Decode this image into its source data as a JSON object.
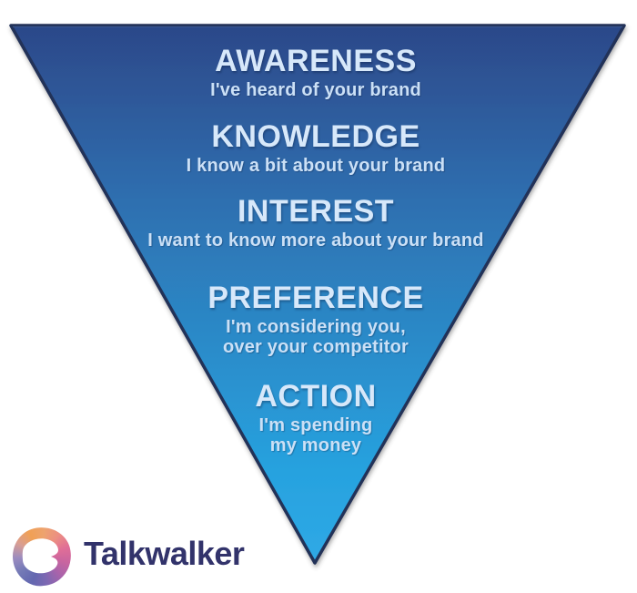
{
  "funnel": {
    "stages": [
      {
        "title": "AWARENESS",
        "subtitle": "I've heard of your brand"
      },
      {
        "title": "KNOWLEDGE",
        "subtitle": "I know a bit about your brand"
      },
      {
        "title": "INTEREST",
        "subtitle": "I want to know more about your brand"
      },
      {
        "title": "PREFERENCE",
        "subtitle": "I'm considering you,\nover your competitor"
      },
      {
        "title": "ACTION",
        "subtitle": "I'm spending\nmy money"
      }
    ],
    "colors": {
      "gradient_top": "#2c4889",
      "gradient_bottom": "#2fa9e6",
      "border": "#223059",
      "title_text": "#d7e8fa",
      "subtitle_text": "#cbe0f6"
    }
  },
  "logo": {
    "text": "Talkwalker",
    "icon": "talkwalker-swirl-icon",
    "text_color": "#32336b"
  }
}
